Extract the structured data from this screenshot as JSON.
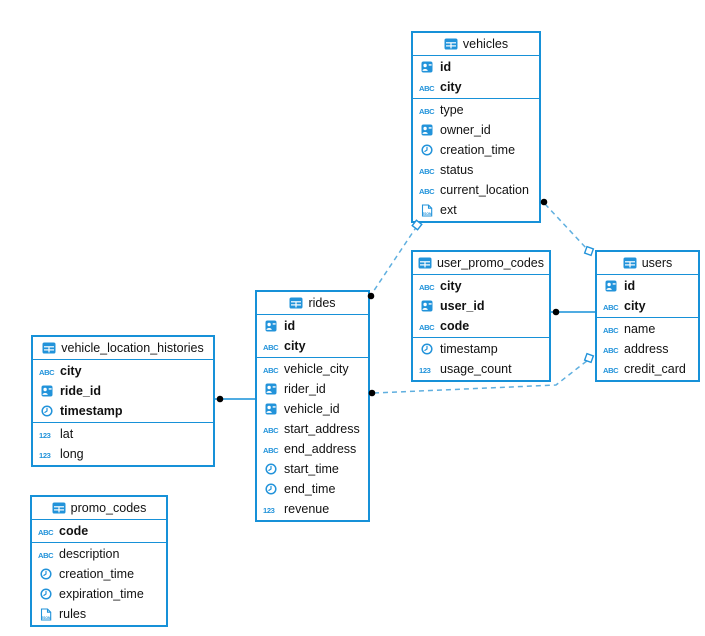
{
  "diagram_type": "database-er-schema",
  "colors": {
    "table_border": "#1791d8",
    "icon_blue": "#2293da",
    "dashed_line": "#5fafdf",
    "solid_line": "#1791d8",
    "marker_dot": "#000000",
    "text": "#111111",
    "background": "#ffffff"
  },
  "tables": [
    {
      "name": "vehicles",
      "icon": "table-icon",
      "keys": [
        {
          "name": "id",
          "icon": "user-id-icon"
        },
        {
          "name": "city",
          "icon": "abc-text-icon"
        }
      ],
      "fields": [
        {
          "name": "type",
          "icon": "abc-text-icon"
        },
        {
          "name": "owner_id",
          "icon": "user-id-icon"
        },
        {
          "name": "creation_time",
          "icon": "clock-icon"
        },
        {
          "name": "status",
          "icon": "abc-text-icon"
        },
        {
          "name": "current_location",
          "icon": "abc-text-icon"
        },
        {
          "name": "ext",
          "icon": "json-icon"
        }
      ]
    },
    {
      "name": "user_promo_codes",
      "icon": "table-icon",
      "keys": [
        {
          "name": "city",
          "icon": "abc-text-icon"
        },
        {
          "name": "user_id",
          "icon": "user-id-icon"
        },
        {
          "name": "code",
          "icon": "abc-text-icon"
        }
      ],
      "fields": [
        {
          "name": "timestamp",
          "icon": "clock-icon"
        },
        {
          "name": "usage_count",
          "icon": "number-123-icon"
        }
      ]
    },
    {
      "name": "users",
      "icon": "table-icon",
      "keys": [
        {
          "name": "id",
          "icon": "user-id-icon"
        },
        {
          "name": "city",
          "icon": "abc-text-icon"
        }
      ],
      "fields": [
        {
          "name": "name",
          "icon": "abc-text-icon"
        },
        {
          "name": "address",
          "icon": "abc-text-icon"
        },
        {
          "name": "credit_card",
          "icon": "abc-text-icon"
        }
      ]
    },
    {
      "name": "rides",
      "icon": "table-icon",
      "keys": [
        {
          "name": "id",
          "icon": "user-id-icon"
        },
        {
          "name": "city",
          "icon": "abc-text-icon"
        }
      ],
      "fields": [
        {
          "name": "vehicle_city",
          "icon": "abc-text-icon"
        },
        {
          "name": "rider_id",
          "icon": "user-id-icon"
        },
        {
          "name": "vehicle_id",
          "icon": "user-id-icon"
        },
        {
          "name": "start_address",
          "icon": "abc-text-icon"
        },
        {
          "name": "end_address",
          "icon": "abc-text-icon"
        },
        {
          "name": "start_time",
          "icon": "clock-icon"
        },
        {
          "name": "end_time",
          "icon": "clock-icon"
        },
        {
          "name": "revenue",
          "icon": "number-123-icon"
        }
      ]
    },
    {
      "name": "vehicle_location_histories",
      "icon": "table-icon",
      "keys": [
        {
          "name": "city",
          "icon": "abc-text-icon"
        },
        {
          "name": "ride_id",
          "icon": "user-id-icon"
        },
        {
          "name": "timestamp",
          "icon": "clock-icon"
        }
      ],
      "fields": [
        {
          "name": "lat",
          "icon": "number-123-icon"
        },
        {
          "name": "long",
          "icon": "number-123-icon"
        }
      ]
    },
    {
      "name": "promo_codes",
      "icon": "table-icon",
      "keys": [
        {
          "name": "code",
          "icon": "abc-text-icon"
        }
      ],
      "fields": [
        {
          "name": "description",
          "icon": "abc-text-icon"
        },
        {
          "name": "creation_time",
          "icon": "clock-icon"
        },
        {
          "name": "expiration_time",
          "icon": "clock-icon"
        },
        {
          "name": "rules",
          "icon": "json-icon"
        }
      ]
    }
  ],
  "connections": [
    {
      "from": "vehicle_location_histories",
      "to": "rides",
      "style": "solid",
      "from_marker": "dot",
      "to_marker": "none"
    },
    {
      "from": "user_promo_codes",
      "to": "users",
      "style": "solid",
      "from_marker": "dot",
      "to_marker": "none"
    },
    {
      "from": "vehicles",
      "to": "rides",
      "style": "dashed",
      "from_marker": "diamond",
      "to_marker": "dot"
    },
    {
      "from": "vehicles",
      "to": "users",
      "style": "dashed",
      "from_marker": "dot",
      "to_marker": "diamond"
    },
    {
      "from": "rides",
      "to": "users",
      "style": "dashed",
      "from_marker": "dot",
      "to_marker": "diamond"
    }
  ]
}
